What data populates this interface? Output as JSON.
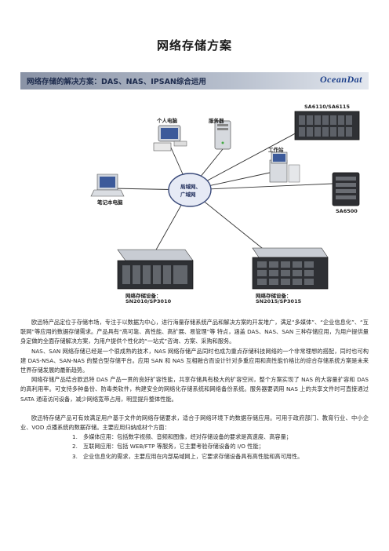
{
  "title": "网络存储方案",
  "diagram": {
    "banner_text": "网络存储的解决方案：DAS、NAS、IPSAN综合运用",
    "logo_text": "OceanDat",
    "hub_label_1": "局域网、",
    "hub_label_2": "广域网",
    "labels": {
      "pc": "个人电脑",
      "server": "服务器",
      "sa6110": "SA6110/SA6115",
      "workstation": "工作站",
      "laptop": "笔记本电脑",
      "sa6500": "SA6500",
      "sn2010_1": "网络存储设备：",
      "sn2010_2": "SN2010/SP3010",
      "sn2015_1": "网络存储设备：",
      "sn2015_2": "SN2015/SP3015"
    }
  },
  "paragraphs": [
    "欧迅特产品定位于存储市场，专注于以数据为中心，进行海量存储系统产品和解决方案的开发堆广，满足“多媒体”、“企业信息化”、“互联网”等应用的数据存储需求。产品具有“高可靠、高性能、高扩展、易管理”等 特点，涵盖 DAS、NAS、SAN 三种存储应用，为用户提供量身定做的全面存储解决方案，为用户提供个性化的“一站式”咨询、方案、采购和服务。",
    "NAS、SAN 网络存储已经是一个很成熟的技术，NAS 网络存储产品同时也成为重点存储科技网络的一个非常理想的搭配，同时也可构建 DAS-NSA、SAN-NAS 的整合型存储平台。应用 SAN 和 NAS 互相融合而设计针对多重应用和高性能价格比的综合存储系统方案是未来世界存储发展的最新趋势。",
    "网络存储产品结合欧迅特 DAS 产品一贯的良好扩容性能，共享存储具有极大的扩容空间，整个方案实现了 NAS 的大容量扩容和 DAS 的高利用率。可支持多种备份、防毒类软件，构建安全的网络化存储系统和网络备份系统。服务器要调用 NAS 上的共享文件时可直接通过 SATA 通道访问设备，减少网络宽带占用，明显提升整体性能。",
    "欧迅特存储产品可有效满足用户基于文件的网络存储要求，适合于网络环境下的数据存储应用。可用于政府部门、教育行业、中小企业、VOD 点播系统的数据存储。主要应用归纳成材个方面："
  ],
  "list": [
    {
      "num": "1.",
      "text": "多媒体应用：包括数字视频、音频和图像，经对存储设备的要求是高速度、高容量；"
    },
    {
      "num": "2.",
      "text": "互联网应用：包括 WEB/FTP 等服务，它主要考验存储设备的 I/O 性能；"
    },
    {
      "num": "3.",
      "text": "企业信息化的需求，主要应用在内部局域网上，它要求存储设备具有高性能和高可用性。"
    }
  ]
}
